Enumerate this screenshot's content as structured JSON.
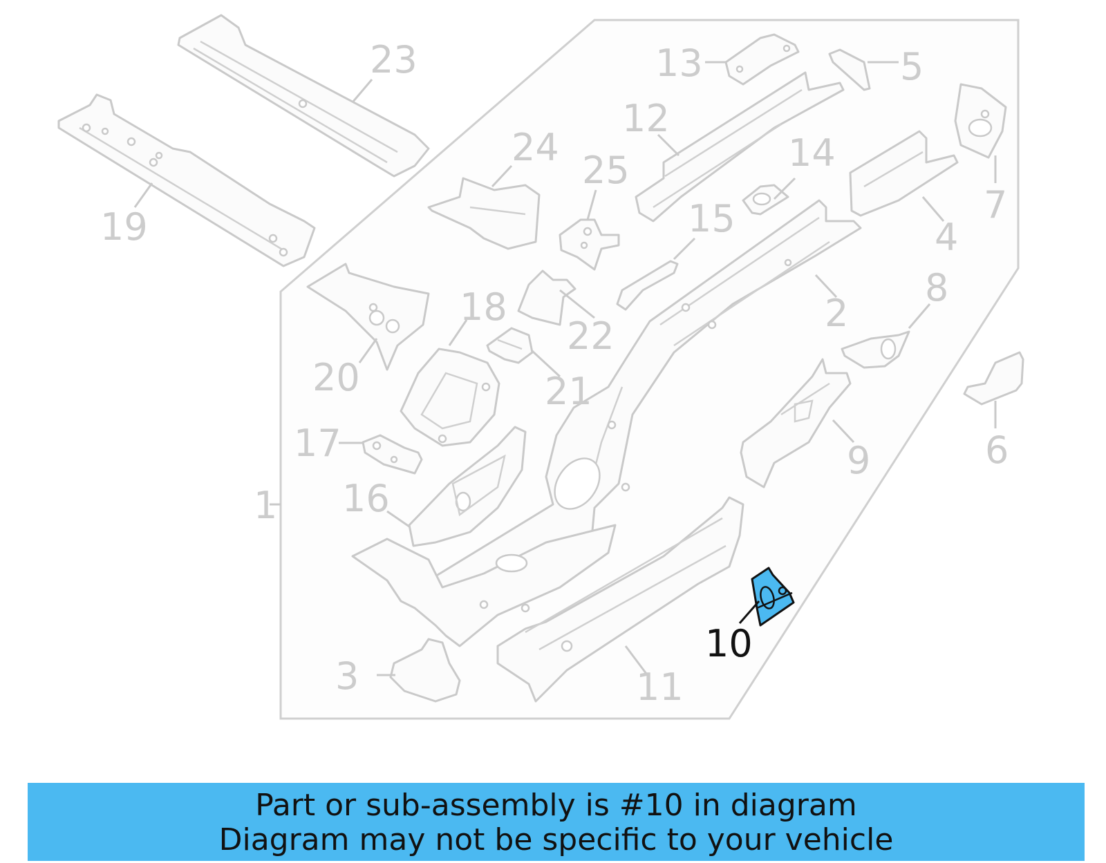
{
  "callouts": {
    "c1": "1",
    "c2": "2",
    "c3": "3",
    "c4": "4",
    "c5": "5",
    "c6": "6",
    "c7": "7",
    "c8": "8",
    "c9": "9",
    "c10": "10",
    "c11": "11",
    "c12": "12",
    "c13": "13",
    "c14": "14",
    "c15": "15",
    "c16": "16",
    "c17": "17",
    "c18": "18",
    "c19": "19",
    "c20": "20",
    "c21": "21",
    "c22": "22",
    "c23": "23",
    "c24": "24",
    "c25": "25"
  },
  "highlight": {
    "part_number": "10",
    "color": "#4bb9f1"
  },
  "colors": {
    "part_outline": "#c9c9c9",
    "callout_text": "#cccccc",
    "banner_bg": "#4bb9f1"
  },
  "banner": {
    "line1": "Part or sub-assembly is #10 in diagram",
    "line2": "Diagram may not be specific to your vehicle"
  }
}
